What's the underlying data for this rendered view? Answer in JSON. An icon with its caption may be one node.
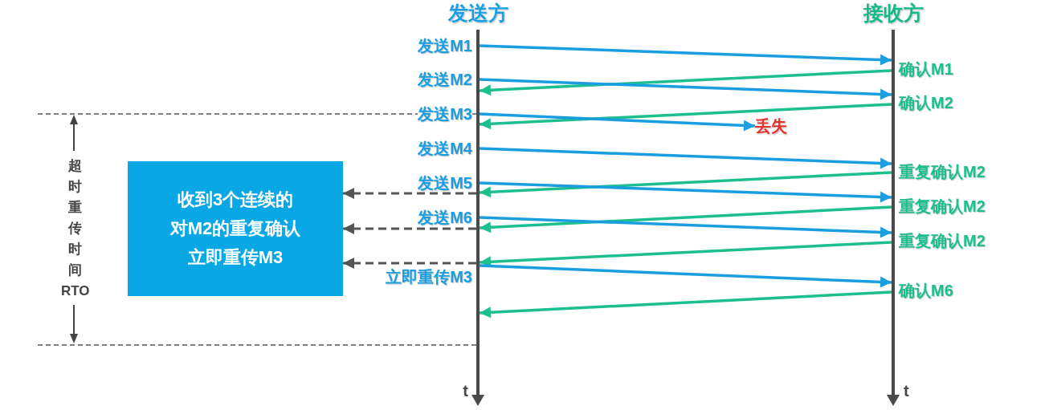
{
  "diagram": {
    "nodes": [
      {
        "text": [
          "发送方",
          "t"
        ]
      },
      {
        "text": [
          "接收方",
          "t"
        ]
      },
      {
        "text": [
          "丢失"
        ]
      },
      {
        "text": [
          "收到3个连续的对M2的重复确认立即重传M3"
        ]
      }
    ],
    "edges": [
      {
        "from": 0,
        "to": 1,
        "arrow": "to",
        "label": "发送M1"
      },
      {
        "from": 1,
        "to": 0,
        "arrow": "to",
        "label": "确认M1",
        "color": "#1dbf8f"
      },
      {
        "from": 0,
        "to": 1,
        "arrow": "to",
        "label": "发送M2"
      },
      {
        "from": 1,
        "to": 0,
        "arrow": "to",
        "label": "确认M2",
        "color": "#1dbf8f"
      },
      {
        "from": 0,
        "to": 2,
        "arrow": "to",
        "label": "发送M3"
      },
      {
        "from": 0,
        "to": 1,
        "arrow": "to",
        "label": "发送M4"
      },
      {
        "from": 1,
        "to": 0,
        "arrow": "to",
        "label": "重复确认M2",
        "color": "#1dbf8f"
      },
      {
        "from": 0,
        "to": 1,
        "arrow": "to",
        "label": "发送M5"
      },
      {
        "from": 0,
        "to": 3,
        "arrow": "to",
        "style": "dashed",
        "color": "#555555"
      },
      {
        "from": 1,
        "to": 0,
        "arrow": "to",
        "label": "重复确认M2",
        "color": "#1dbf8f"
      },
      {
        "from": 0,
        "to": 1,
        "arrow": "to",
        "label": "发送M6"
      },
      {
        "from": 0,
        "to": 3,
        "arrow": "to",
        "style": "dashed",
        "color": "#555555"
      },
      {
        "from": 1,
        "to": 0,
        "arrow": "to",
        "label": "重复确认M2",
        "color": "#1dbf8f"
      },
      {
        "from": 0,
        "to": 3,
        "arrow": "to",
        "style": "dashed",
        "color": "#555555"
      },
      {
        "from": 0,
        "to": 1,
        "arrow": "to",
        "label": "立即重传M3"
      },
      {
        "from": 1,
        "to": 0,
        "arrow": "to",
        "label": "确认M6",
        "color": "#1dbf8f"
      }
    ],
    "labels": [
      "超时重传时间RTO"
    ]
  }
}
